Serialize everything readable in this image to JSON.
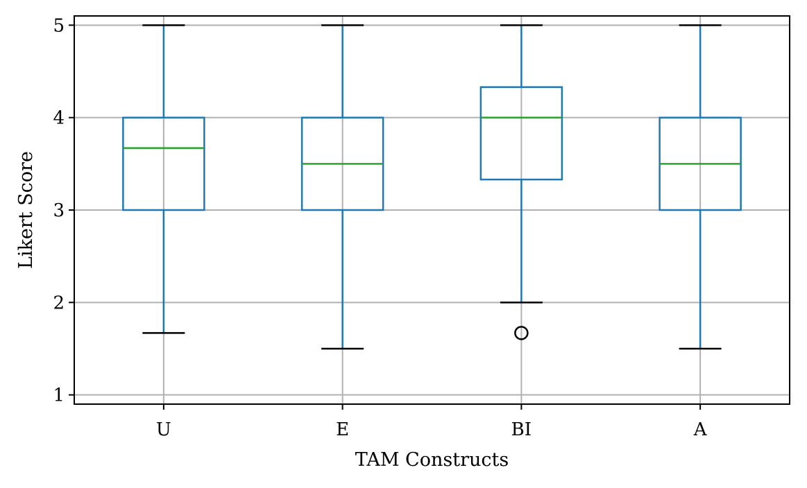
{
  "chart_data": {
    "type": "box",
    "xlabel": "TAM Constructs",
    "ylabel": "Likert Score",
    "ylim": [
      0.9,
      5.1
    ],
    "yticks": [
      "1",
      "2",
      "3",
      "4",
      "5"
    ],
    "grid": true,
    "colors": {
      "box": "#1f77b4",
      "median": "#2ca02c",
      "grid": "#b0b0b0",
      "whisker_cap": "#000000"
    },
    "boxes": [
      {
        "label": "U",
        "whisker_low": 1.67,
        "q1": 3.0,
        "median": 3.67,
        "q3": 4.0,
        "whisker_high": 5.0,
        "outliers": []
      },
      {
        "label": "E",
        "whisker_low": 1.5,
        "q1": 3.0,
        "median": 3.5,
        "q3": 4.0,
        "whisker_high": 5.0,
        "outliers": []
      },
      {
        "label": "BI",
        "whisker_low": 2.0,
        "q1": 3.33,
        "median": 4.0,
        "q3": 4.33,
        "whisker_high": 5.0,
        "outliers": [
          1.67
        ]
      },
      {
        "label": "A",
        "whisker_low": 1.5,
        "q1": 3.0,
        "median": 3.5,
        "q3": 4.0,
        "whisker_high": 5.0,
        "outliers": []
      }
    ]
  }
}
